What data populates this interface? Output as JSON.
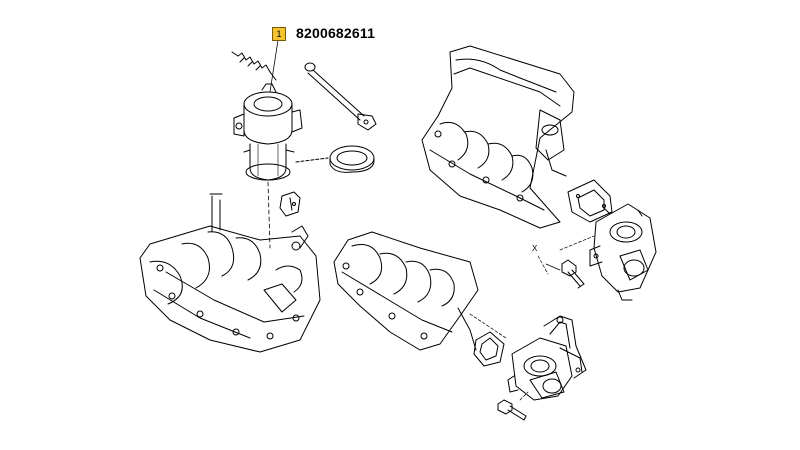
{
  "callout": {
    "index": "1",
    "part_number": "8200682611",
    "badge_color": "#f4c430"
  },
  "diagram": {
    "line_color": "#000000",
    "labels": {
      "x": "X"
    }
  }
}
